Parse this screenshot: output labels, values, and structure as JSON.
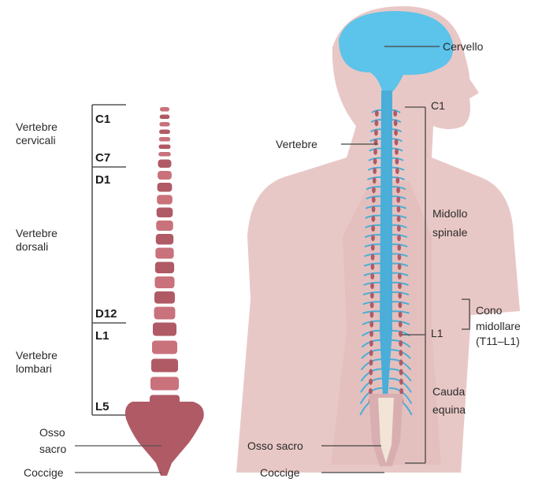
{
  "left_spine": {
    "groups": [
      {
        "label_line1": "Vertebre",
        "label_line2": "cervicali",
        "top_mark": "C1",
        "bottom_mark": "C7"
      },
      {
        "label_line1": "Vertebre",
        "label_line2": "dorsali",
        "top_mark": "D1",
        "bottom_mark": "D12"
      },
      {
        "label_line1": "Vertebre",
        "label_line2": "lombari",
        "top_mark": "L1",
        "bottom_mark": "L5"
      }
    ],
    "sacrum_line1": "Osso",
    "sacrum_line2": "sacro",
    "coccyx": "Coccige"
  },
  "body": {
    "brain": "Cervello",
    "vertebrae": "Vertebre",
    "c1": "C1",
    "cord_line1": "Midollo",
    "cord_line2": "spinale",
    "cone_line1": "Cono",
    "cone_line2": "midollare",
    "cone_line3": "(T11–L1)",
    "l1": "L1",
    "cauda_line1": "Cauda",
    "cauda_line2": "equina",
    "sacrum": "Osso sacro",
    "coccyx": "Coccige"
  },
  "colors": {
    "bone": "#b05a66",
    "bone_light": "#c9727c",
    "skin": "#e8c8c6",
    "brain": "#5cc3ea",
    "cord": "#4aaed8",
    "line": "#444444"
  }
}
